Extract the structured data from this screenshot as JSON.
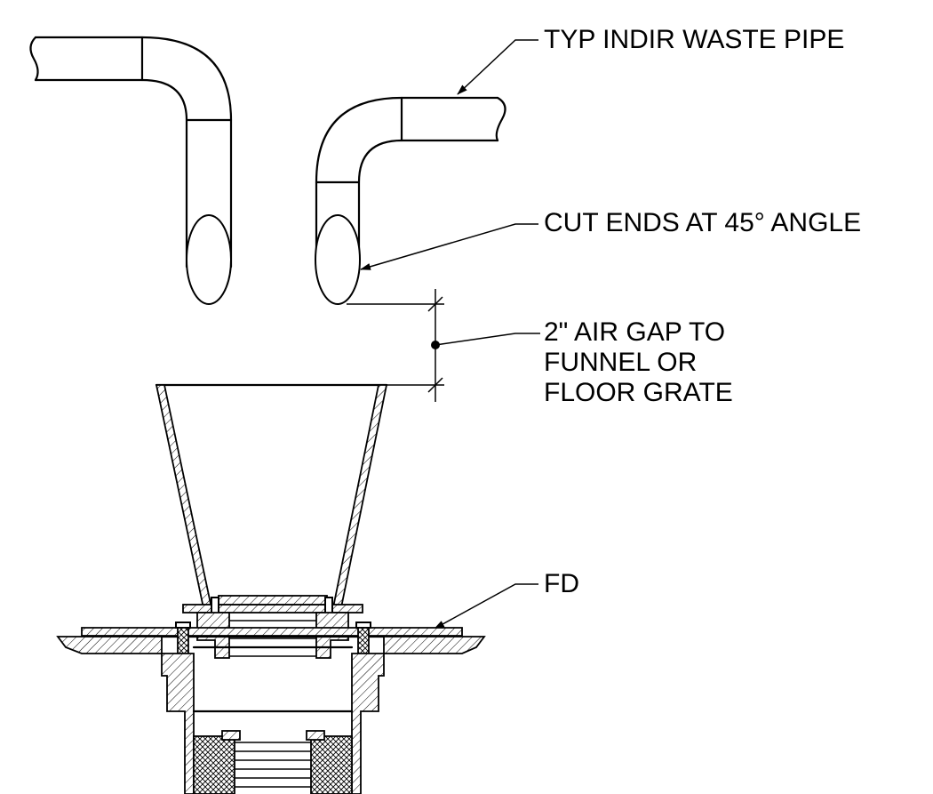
{
  "labels": {
    "waste_pipe": "TYP INDIR WASTE PIPE",
    "cut_ends": "CUT ENDS AT 45° ANGLE",
    "air_gap": "2\" AIR GAP TO\nFUNNEL OR\nFLOOR GRATE",
    "floor_drain": "FD"
  }
}
